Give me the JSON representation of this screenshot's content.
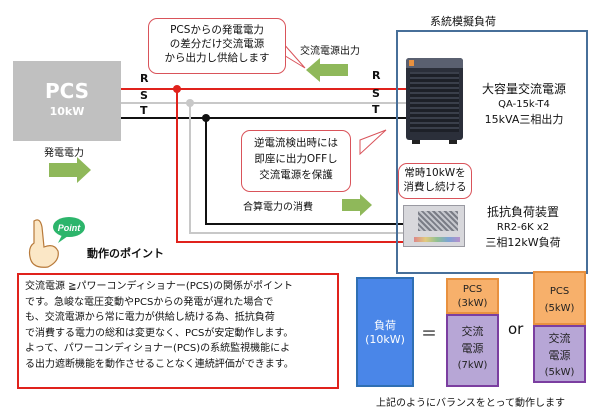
{
  "pcs": {
    "name": "PCS",
    "capacity": "10kW"
  },
  "phases": {
    "r": "R",
    "s": "S",
    "t": "T"
  },
  "callouts": {
    "supply_diff": [
      "PCSからの発電電力",
      "の差分だけ交流電源",
      "から出力し供給します"
    ],
    "reverse_current": [
      "逆電流検出時には",
      "即座に出力OFFし",
      "交流電源を保護"
    ],
    "constant_load": [
      "常時10kWを",
      "消費し続ける"
    ]
  },
  "labels": {
    "ac_output": "交流電源出力",
    "generated_power": "発電電力",
    "combined_consumption": "合算電力の消費",
    "system_load_title": "系統模擬負荷"
  },
  "ac_source": {
    "name": "大容量交流電源",
    "model": "QA-15k-T4",
    "spec": "15kVA三相出力"
  },
  "resistive_load": {
    "name": "抵抗負荷装置",
    "model": "RR2-6K x2",
    "spec": "三相12kW負荷"
  },
  "point": {
    "badge": "Point",
    "heading": "動作のポイント",
    "body": [
      "交流電源 ≧パワーコンディショナー(PCS)の関係がポイント",
      "です。急峻な電圧変動やPCSからの発電が遅れた場合で",
      "も、交流電源から常に電力が供給し続ける為、抵抗負荷",
      "で消費する電力の総和は変更なく、PCSが安定動作します。",
      "よって、パワーコンディショナー(PCS)の系統監視機能によ",
      "る出力遮断機能を動作させることなく連続評価ができます。"
    ]
  },
  "balance": {
    "load": {
      "label": "負荷",
      "value": "(10kW)"
    },
    "equals": "＝",
    "or": "or",
    "case1": {
      "pcs_label": "PCS",
      "pcs_value": "(3kW)",
      "ac_label1": "交流",
      "ac_label2": "電源",
      "ac_value": "(7kW)"
    },
    "case2": {
      "pcs_label": "PCS",
      "pcs_value": "(5kW)",
      "ac_label1": "交流",
      "ac_label2": "電源",
      "ac_value": "(5kW)"
    },
    "caption": "上記のようにバランスをとって動作します"
  },
  "colors": {
    "r_line": "#e0221c",
    "s_line": "#c8c8c8",
    "t_line": "#111111",
    "arrow": "#8fb85a",
    "frame_blue": "#476f99",
    "load_blue": "#4a86e8"
  }
}
